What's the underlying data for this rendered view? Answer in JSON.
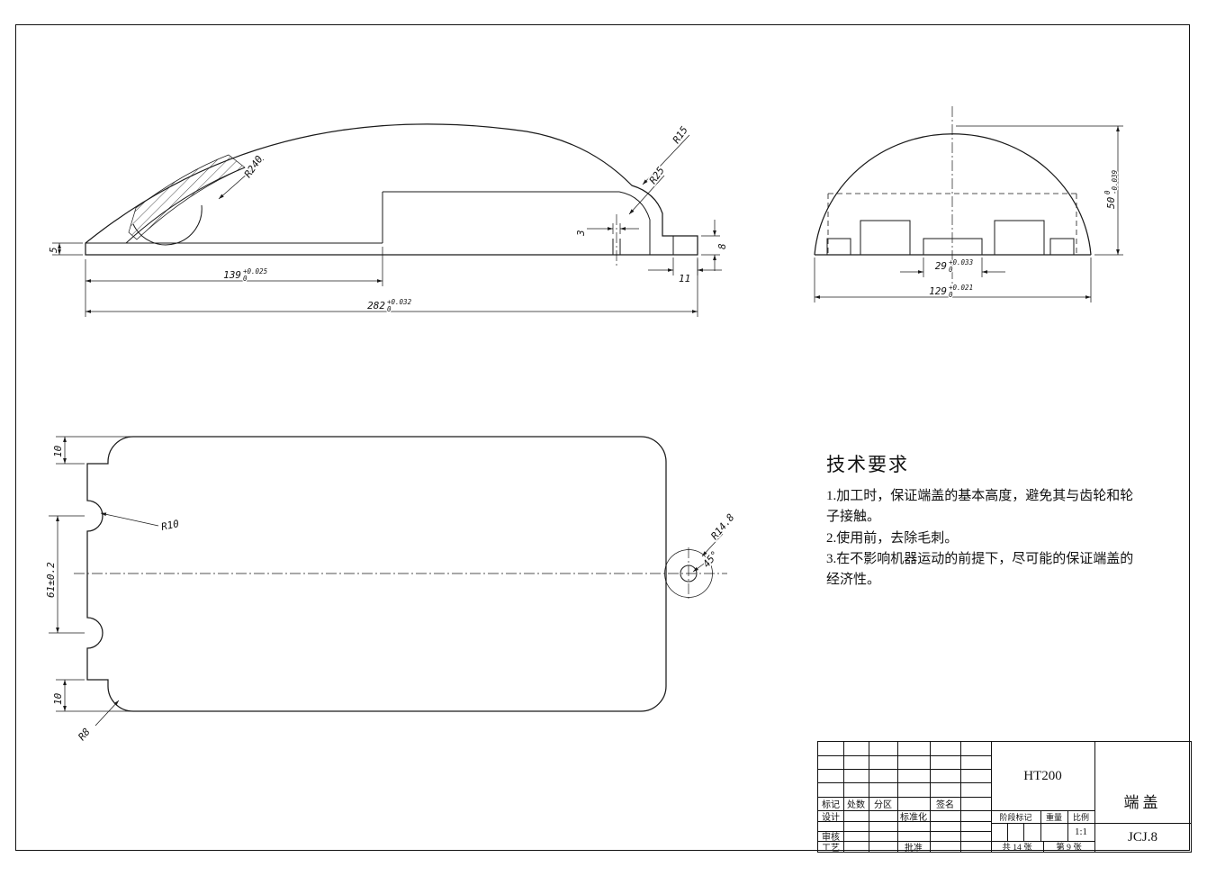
{
  "tech_requirements": {
    "title": "技术要求",
    "items": [
      "1.加工时，保证端盖的基本高度，避免其与齿轮和轮子接触。",
      "2.使用前，去除毛刺。",
      "3.在不影响机器运动的前提下，尽可能的保证端盖的经济性。"
    ]
  },
  "title_block": {
    "material": "HT200",
    "part_name": "端盖",
    "drawing_no": "JCJ.8",
    "scale_value": "1:1",
    "labels": {
      "mark": "标记",
      "count": "处数",
      "zone": "分区",
      "signature": "签名",
      "design": "设计",
      "check": "审核",
      "process": "工艺",
      "standardization": "标准化",
      "approve": "批准",
      "stage_mark": "阶段标记",
      "weight": "重量",
      "scale": "比例",
      "sheets_total": "共 14 张",
      "sheet_no": "第 9 张"
    }
  },
  "dims": {
    "side": {
      "len139": {
        "v": "139",
        "up": "+0.025",
        "lo": "0"
      },
      "len282": {
        "v": "282",
        "up": "+0.032",
        "lo": "0"
      },
      "r15": "R15",
      "r25": "R25",
      "r240": "R240",
      "h5": "5",
      "hole3": "3",
      "foot11": "11",
      "h8": "8"
    },
    "front": {
      "w129": {
        "v": "129",
        "up": "+0.021",
        "lo": "0"
      },
      "w29": {
        "v": "29",
        "up": "+0.033",
        "lo": "0"
      },
      "h50": {
        "v": "50",
        "up": "0",
        "lo": "-0.039"
      }
    },
    "plan": {
      "t10": "10",
      "b10": "10",
      "h61": "61±0.2",
      "r10": "R10",
      "r14_8": "R14.8",
      "ang45": "45°",
      "r8": "R8"
    }
  }
}
